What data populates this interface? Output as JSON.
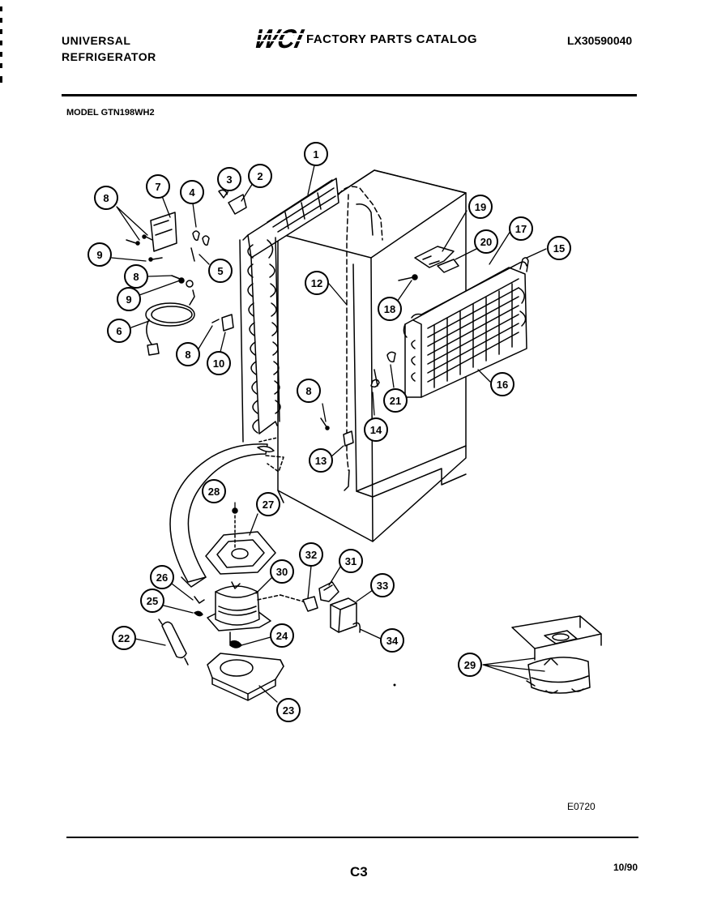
{
  "header": {
    "brand_line1": "UNIVERSAL",
    "brand_line2": "REFRIGERATOR",
    "logo_text": "WCI",
    "catalog_title": "FACTORY PARTS CATALOG",
    "catalog_number": "LX30590040"
  },
  "model_label": "MODEL GTN198WH2",
  "diagram": {
    "callouts": {
      "c1": "1",
      "c2": "2",
      "c3": "3",
      "c4": "4",
      "c5": "5",
      "c6": "6",
      "c7": "7",
      "c8a": "8",
      "c8b": "8",
      "c8c": "8",
      "c8d": "8",
      "c9a": "9",
      "c9b": "9",
      "c10": "10",
      "c12": "12",
      "c13": "13",
      "c14": "14",
      "c15": "15",
      "c16": "16",
      "c17": "17",
      "c18": "18",
      "c19": "19",
      "c20": "20",
      "c21": "21",
      "c22": "22",
      "c23": "23",
      "c24": "24",
      "c25": "25",
      "c26": "26",
      "c27": "27",
      "c28": "28",
      "c29": "29",
      "c30": "30",
      "c31": "31",
      "c32": "32",
      "c33": "33",
      "c34": "34"
    },
    "diagram_code": "E0720"
  },
  "footer": {
    "page_number": "C3",
    "date_code": "10/90"
  }
}
